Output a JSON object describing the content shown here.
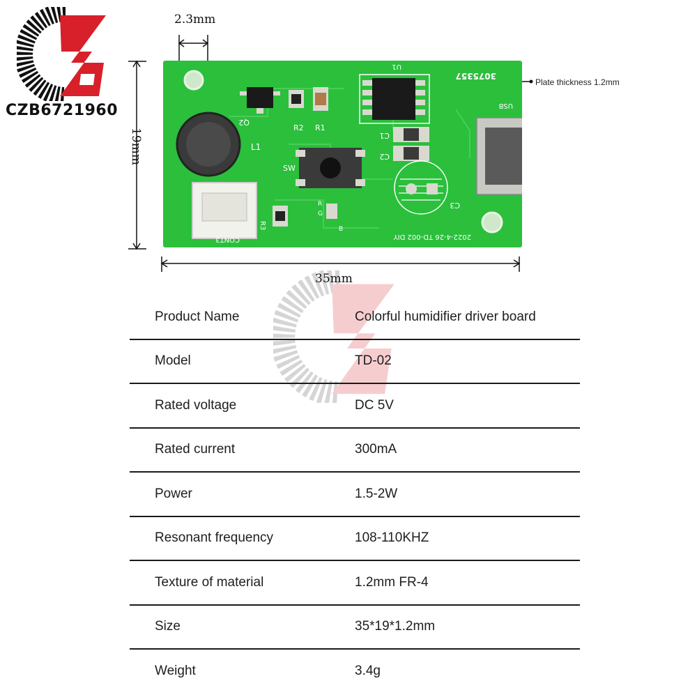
{
  "brand": {
    "logo_letters": "CZB",
    "store_code": "CZB6721960",
    "colors": {
      "red": "#d8202a",
      "black": "#111111"
    }
  },
  "diagram": {
    "hole_spacing": "2.3mm",
    "height": "19mm",
    "width": "35mm",
    "plate_note": "Plate thickness 1.2mm",
    "silkscreen": {
      "serial": "3075357",
      "usb": "USB",
      "l1": "L1",
      "sw": "SW",
      "q2": "Q2",
      "r1": "R1",
      "r2": "R2",
      "r3": "R3",
      "c1": "C1",
      "c2": "C2",
      "c3": "C3",
      "u1": "U1",
      "cont": "CONT3",
      "date": "2022-4-26  TD-002  DIY",
      "led_r": "R",
      "led_g": "G",
      "led_b": "B"
    },
    "colors": {
      "board": "#2bbf3c",
      "board_edge": "#1fa030",
      "pad": "#d9d9d0"
    }
  },
  "specs": [
    {
      "key": "Product Name",
      "value": "Colorful humidifier driver board"
    },
    {
      "key": "Model",
      "value": "TD-02"
    },
    {
      "key": "Rated voltage",
      "value": "DC 5V"
    },
    {
      "key": "Rated current",
      "value": "300mA"
    },
    {
      "key": "Power",
      "value": "1.5-2W"
    },
    {
      "key": "Resonant frequency",
      "value": "108-110KHZ"
    },
    {
      "key": "Texture of material",
      "value": "1.2mm FR-4"
    },
    {
      "key": "Size",
      "value": "35*19*1.2mm"
    },
    {
      "key": "Weight",
      "value": "3.4g"
    }
  ]
}
